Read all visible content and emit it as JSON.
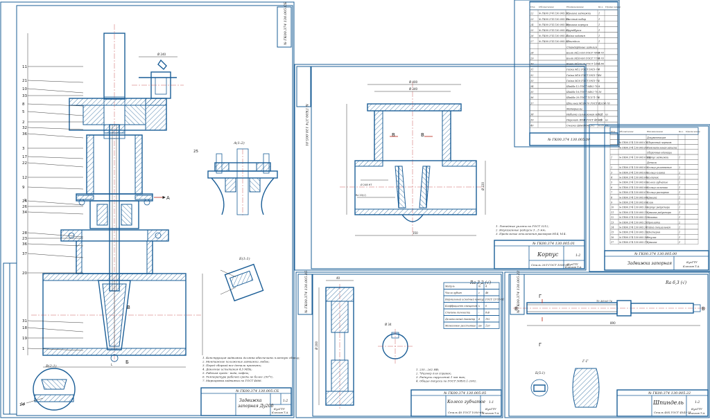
{
  "sheet1": {
    "stamp": "№ ГК00.374 130.005.СБ",
    "title_line1": "Задвижка",
    "title_line2": "запорная Ду200",
    "group": "КузГТУ",
    "group2": "Клачков Т.А.",
    "sheet_label": "Копировал",
    "format_label": "Формат А1",
    "scale": "1:2",
    "view_label_a": "А",
    "view_label_b": "Б",
    "view_label_v": "В",
    "detail_a": "А(1:2)",
    "detail_b": "Б(1:1)",
    "detail_v": "В(2:1)",
    "notes": [
      "1. Конструкция задвижки должна обеспечить плотную сборку;",
      "2. Монтажное положение задвижки любое;",
      "3. Перед сборкой все детали промыть;",
      "4. Давление испытания 4,5 МПа;",
      "5. Рабочая среда - вода, нефть;",
      "6. Температура рабочей среды не более 250°С;",
      "7. Маркировка задвижки по ГОСТ 4666."
    ],
    "positions": [
      "11",
      "21",
      "10",
      "33",
      "8",
      "5",
      "2",
      "32",
      "36",
      "3",
      "17",
      "22",
      "12",
      "9",
      "24",
      "26",
      "34",
      "28",
      "23",
      "36",
      "37",
      "20",
      "31",
      "18",
      "19",
      "1",
      "25",
      "14"
    ]
  },
  "sheet_body": {
    "stamp": "№ ГК00.374 130.005.01",
    "title": "Корпус",
    "material": "Сталь 20Л ГОСТ 1050-88",
    "group": "КузГТУ",
    "group2": "Клачков Т.А.",
    "scale": "1:2",
    "view_v": "В",
    "notes": [
      "1. Литейные уклоны по ГОСТ 3212;",
      "2. Неуказанные радиусы 3...5 мм;",
      "3. Предельные отклонения размеров Н14, h14."
    ]
  },
  "sheet_spec_top": {
    "stamp": "№ ГК00.374 130.005.00",
    "headers": [
      "Поз.",
      "Обозначение",
      "Наименование",
      "Кол.",
      "Приме-чание"
    ],
    "rows": [
      [
        "22",
        "№ ГК00.374 130.005.17",
        "Крышка задвижки",
        "1",
        ""
      ],
      [
        "23",
        "№ ГК00.374 130.005.18",
        "Гаечный набор",
        "1",
        ""
      ],
      [
        "24",
        "№ ГК00.374 130.005.19",
        "Крышка корпуса",
        "1",
        ""
      ],
      [
        "25",
        "№ ГК00.374 130.005.20",
        "Грундбукса",
        "1",
        ""
      ],
      [
        "26",
        "№ ГК00.374 130.005.21",
        "Гайка ходовая",
        "1",
        ""
      ],
      [
        "27",
        "№ ГК00.374 130.005.22",
        "Шпиндель",
        "1",
        ""
      ],
      [
        "",
        "",
        "Стандартные изделия",
        "",
        ""
      ],
      [
        "28",
        "",
        "Болт М12×50 ГОСТ 7805-70",
        "8",
        ""
      ],
      [
        "29",
        "",
        "Болт М16×60 ГОСТ 7796-70",
        "8",
        ""
      ],
      [
        "30",
        "",
        "Винт М10×20 ГОСТ 1491-80",
        "4",
        ""
      ],
      [
        "31",
        "",
        "Гайка М12 ГОСТ 5915-70",
        "8",
        ""
      ],
      [
        "32",
        "",
        "Гайка М16 ГОСТ 5915-70",
        "16",
        ""
      ],
      [
        "33",
        "",
        "Гайка М20 ГОСТ 5915-70",
        "2",
        ""
      ],
      [
        "34",
        "",
        "Шайба 12 ГОСТ 6402-70",
        "8",
        ""
      ],
      [
        "35",
        "",
        "Шайба 16 ГОСТ 6402-70",
        "16",
        ""
      ],
      [
        "36",
        "",
        "Шайба 20 ГОСТ 11371-78",
        "2",
        ""
      ],
      [
        "37",
        "",
        "Шпилька М16×70 ГОСТ 22034-76",
        "8",
        ""
      ],
      [
        "",
        "",
        "Материалы",
        "",
        ""
      ],
      [
        "38",
        "",
        "Набивка сальниковая АП-31",
        "0,2",
        "кг"
      ],
      [
        "39",
        "",
        "Паронит ПОН ГОСТ 481-80",
        "0,1",
        "кг"
      ],
      [
        "40",
        "",
        "Смазка ЦИАТИМ-201",
        "0,05",
        "кг"
      ]
    ]
  },
  "sheet_spec_mid": {
    "stamp": "№ ГК00.374 130.005.00",
    "title_line1": "Задвижка запорная",
    "group": "КузГТУ",
    "group2": "Клачков Т.А.",
    "sections": [
      "Документация",
      "Сборочные единицы",
      "Детали"
    ],
    "headers": [
      "Поз.",
      "Обозначение",
      "Наименование",
      "Кол.",
      "Приме-чание"
    ],
    "doc_rows": [
      [
        "",
        "№ ГК00.374 130.005.СБ",
        "Сборочный чертеж",
        "",
        ""
      ],
      [
        "",
        "№ ГК00.374 130.005.ПЗ",
        "Пояснительная записка",
        "",
        ""
      ]
    ],
    "assy_rows": [
      [
        "1",
        "№ ГК00.374 130.005.01СБ",
        "Корпус задвижки",
        "1",
        ""
      ]
    ],
    "detail_rows": [
      [
        "2",
        "№ ГК00.374 130.005.02",
        "Кольцо уплотнения",
        "2",
        ""
      ],
      [
        "3",
        "№ ГК00.374 130.005.03",
        "Кольцо клинка",
        "2",
        ""
      ],
      [
        "4",
        "№ ГК00.374 130.005.04",
        "Колпачок",
        "1",
        ""
      ],
      [
        "5",
        "№ ГК00.374 130.005.05",
        "Колесо зубчатое",
        "1",
        ""
      ],
      [
        "6",
        "№ ГК00.374 130.005.06",
        "Кольцо сальника",
        "1",
        ""
      ],
      [
        "7",
        "№ ГК00.374 130.005.07",
        "Кольцо распорное",
        "1",
        ""
      ],
      [
        "8",
        "№ ГК00.374 130.005.08",
        "Крышка",
        "1",
        ""
      ],
      [
        "9",
        "№ ГК00.374 130.005.09",
        "Клин",
        "1",
        ""
      ],
      [
        "10",
        "№ ГК00.374 130.005.10",
        "Корпус редуктора",
        "1",
        ""
      ],
      [
        "11",
        "№ ГК00.374 130.005.11",
        "Крышка редуктора",
        "1",
        ""
      ],
      [
        "12",
        "№ ГК00.374 130.005.12",
        "Маховик",
        "1",
        ""
      ],
      [
        "13",
        "№ ГК00.374 130.005.13",
        "Прокладка",
        "2",
        ""
      ],
      [
        "14",
        "№ ГК00.374 130.005.14",
        "Гайка специальная",
        "1",
        ""
      ],
      [
        "15",
        "№ ГК00.374 130.005.15",
        "Шестерня",
        "1",
        ""
      ],
      [
        "16",
        "№ ГК00.374 130.005.16",
        "Втулка",
        "1",
        ""
      ],
      [
        "17",
        "№ ГК00.374 130.005.17",
        "Крышка",
        "1",
        ""
      ]
    ]
  },
  "sheet_gear": {
    "stamp": "№ ГК00.374 130.005.05",
    "title": "Колесо зубчатое",
    "material": "Сталь 40 ГОСТ 1050-88",
    "group": "КузГТУ",
    "group2": "Клачков Т.А.",
    "scale": "1:1",
    "roughness": "Ra 3,2 (√)",
    "params": [
      [
        "Модуль",
        "m",
        "4"
      ],
      [
        "Число зубьев",
        "z",
        "48"
      ],
      [
        "Нормальный исходный контур",
        "-",
        "ГОСТ 13755-81"
      ],
      [
        "Коэффициент смещения",
        "x",
        "0"
      ],
      [
        "Степень точности",
        "-",
        "8-В"
      ],
      [
        "Делительный диаметр",
        "d",
        "192"
      ],
      [
        "Межосевое расстояние",
        "aw",
        "120"
      ]
    ],
    "notes": [
      "1. 235...262 НВ;",
      "2. *Размер для справок;",
      "3. Радиусы скруглений 1 мм max;",
      "4. Общие допуски по ГОСТ 30893.1-2002."
    ]
  },
  "sheet_spindle": {
    "stamp": "№ ГК00.374 130.005.22",
    "title": "Шпиндель",
    "material": "Сталь 40Х ГОСТ 4543-71",
    "group": "КузГТУ",
    "group2": "Клачков Т.А.",
    "scale": "1:2",
    "roughness": "Ra 6,3 (√)",
    "section_gg": "Г-Г",
    "section_vv": "В-В",
    "detail": "Б(5:1)",
    "thread": "Tr 36×6-7e"
  }
}
